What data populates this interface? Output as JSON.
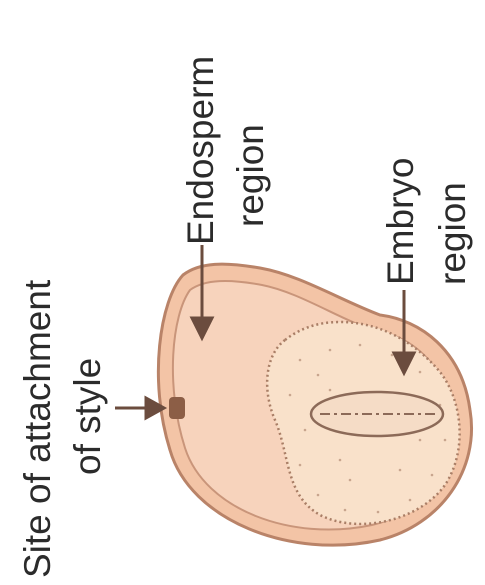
{
  "labels": {
    "style_line1": "Site of attachment",
    "style_line2": "of style",
    "endosperm_line1": "Endosperm",
    "endosperm_line2": "region",
    "embryo_line1": "Embryo",
    "embryo_line2": "region"
  },
  "colors": {
    "seed_coat_fill": "#f3c4a6",
    "seed_coat_outline": "#b98368",
    "endosperm_fill": "#f7d3bc",
    "embryo_fill": "#f9e1ca",
    "embryo_outline": "#a97e66",
    "style_scar": "#8c5e46",
    "arrow": "#6b4c3e",
    "text": "#2b2b2b"
  }
}
